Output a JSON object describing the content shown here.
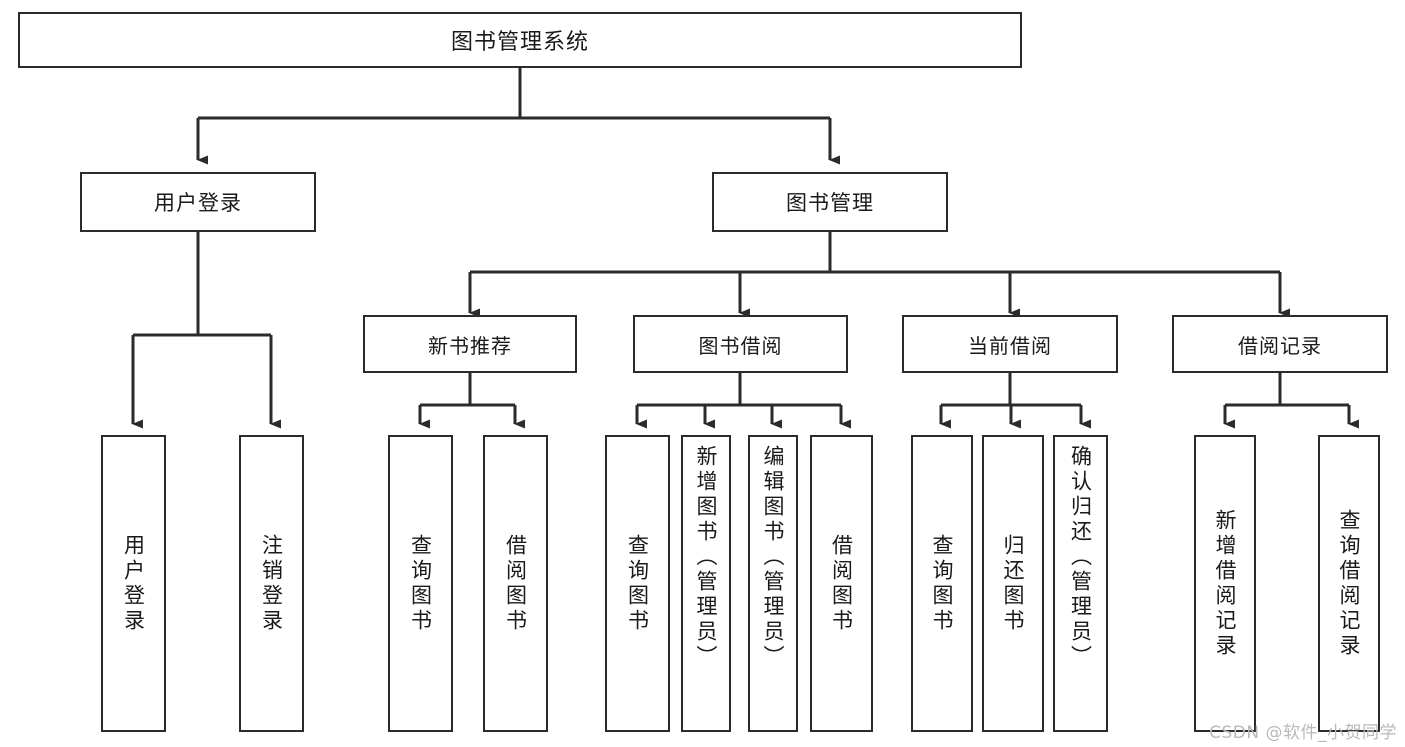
{
  "diagram": {
    "title": "图书管理系统",
    "type": "tree-hierarchy",
    "watermark": "CSDN @软件_小贺同学",
    "colors": {
      "stroke": "#2b2b2b",
      "fill": "#ffffff",
      "text": "#1a1a1a",
      "watermark": "#b9b9b9"
    },
    "root": {
      "label": "图书管理系统"
    },
    "level2": [
      {
        "id": "user-login",
        "label": "用户登录"
      },
      {
        "id": "book-manage",
        "label": "图书管理"
      }
    ],
    "level3": [
      {
        "id": "new-book-recommend",
        "label": "新书推荐",
        "parent": "book-manage"
      },
      {
        "id": "book-borrow",
        "label": "图书借阅",
        "parent": "book-manage"
      },
      {
        "id": "current-borrow",
        "label": "当前借阅",
        "parent": "book-manage"
      },
      {
        "id": "borrow-record",
        "label": "借阅记录",
        "parent": "book-manage"
      }
    ],
    "leaves": [
      {
        "id": "leaf-user-login",
        "label": "用户登录",
        "parent": "user-login"
      },
      {
        "id": "leaf-user-logout",
        "label": "注销登录",
        "parent": "user-login"
      },
      {
        "id": "leaf-query-book-1",
        "label": "查询图书",
        "parent": "new-book-recommend"
      },
      {
        "id": "leaf-borrow-book-1",
        "label": "借阅图书",
        "parent": "new-book-recommend"
      },
      {
        "id": "leaf-query-book-2",
        "label": "查询图书",
        "parent": "book-borrow"
      },
      {
        "id": "leaf-add-book",
        "label": "新增图书（管理员）",
        "parent": "book-borrow"
      },
      {
        "id": "leaf-edit-book",
        "label": "编辑图书（管理员）",
        "parent": "book-borrow"
      },
      {
        "id": "leaf-borrow-book-2",
        "label": "借阅图书",
        "parent": "book-borrow"
      },
      {
        "id": "leaf-query-book-3",
        "label": "查询图书",
        "parent": "current-borrow"
      },
      {
        "id": "leaf-return-book",
        "label": "归还图书",
        "parent": "current-borrow"
      },
      {
        "id": "leaf-confirm-return",
        "label": "确认归还（管理员）",
        "parent": "current-borrow"
      },
      {
        "id": "leaf-add-record",
        "label": "新增借阅记录",
        "parent": "borrow-record"
      },
      {
        "id": "leaf-query-record",
        "label": "查询借阅记录",
        "parent": "borrow-record"
      }
    ]
  }
}
